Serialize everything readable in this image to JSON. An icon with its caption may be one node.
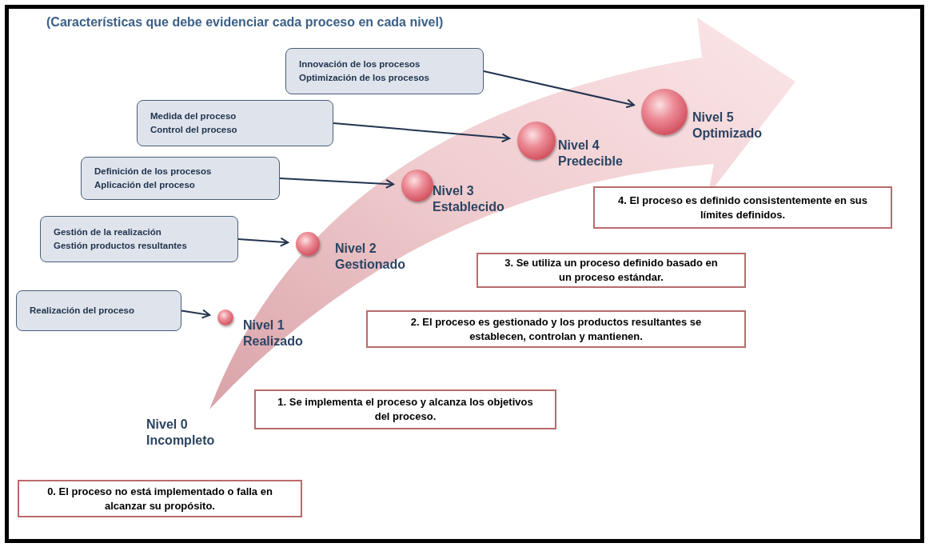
{
  "diagram": {
    "title": "(Características que debe evidenciar cada proceso en cada nivel)",
    "nodes": [
      {
        "text": [
          "Innovación de los procesos",
          "Optimización de los procesos"
        ]
      },
      {
        "text": [
          "Medida del proceso",
          "Control del proceso"
        ]
      },
      {
        "text": [
          "Definición de los procesos",
          "Aplicación del proceso"
        ]
      },
      {
        "text": [
          "Gestión de la realización",
          "Gestión productos resultantes"
        ]
      },
      {
        "text": [
          "Realización del proceso"
        ]
      },
      {
        "text": [],
        "shape": "circle",
        "beside": [
          "Nivel 1 Realizado"
        ]
      },
      {
        "text": [],
        "shape": "circle",
        "beside": [
          "Nivel 2 Gestionado"
        ]
      },
      {
        "text": [],
        "shape": "circle",
        "beside": [
          "Nivel 3 Establecido"
        ]
      },
      {
        "text": [],
        "shape": "circle",
        "beside": [
          "Nivel 4 Predecible"
        ]
      },
      {
        "text": [],
        "shape": "circle",
        "beside": [
          "Nivel 5 Optimizado"
        ]
      },
      {
        "text": [
          "0. El proceso no está implementado o falla en alcanzar su propósito."
        ]
      },
      {
        "text": [
          "1. Se implementa el proceso y alcanza los objetivos del proceso."
        ]
      },
      {
        "text": [
          "2. El proceso es gestionado y los productos resultantes se establecen, controlan y mantienen."
        ]
      },
      {
        "text": [
          "3. Se utiliza un proceso definido basado en un proceso estándar."
        ]
      },
      {
        "text": [
          "4. El proceso es definido consistentemente en sus límites definidos."
        ]
      }
    ],
    "edges": [
      {
        "from": 0,
        "to": 9,
        "arrow": "to"
      },
      {
        "from": 1,
        "to": 8,
        "arrow": "to"
      },
      {
        "from": 2,
        "to": 7,
        "arrow": "to"
      },
      {
        "from": 3,
        "to": 6,
        "arrow": "to"
      },
      {
        "from": 4,
        "to": 5,
        "arrow": "to"
      }
    ],
    "labels": [
      "Nivel 0 Incompleto"
    ]
  }
}
